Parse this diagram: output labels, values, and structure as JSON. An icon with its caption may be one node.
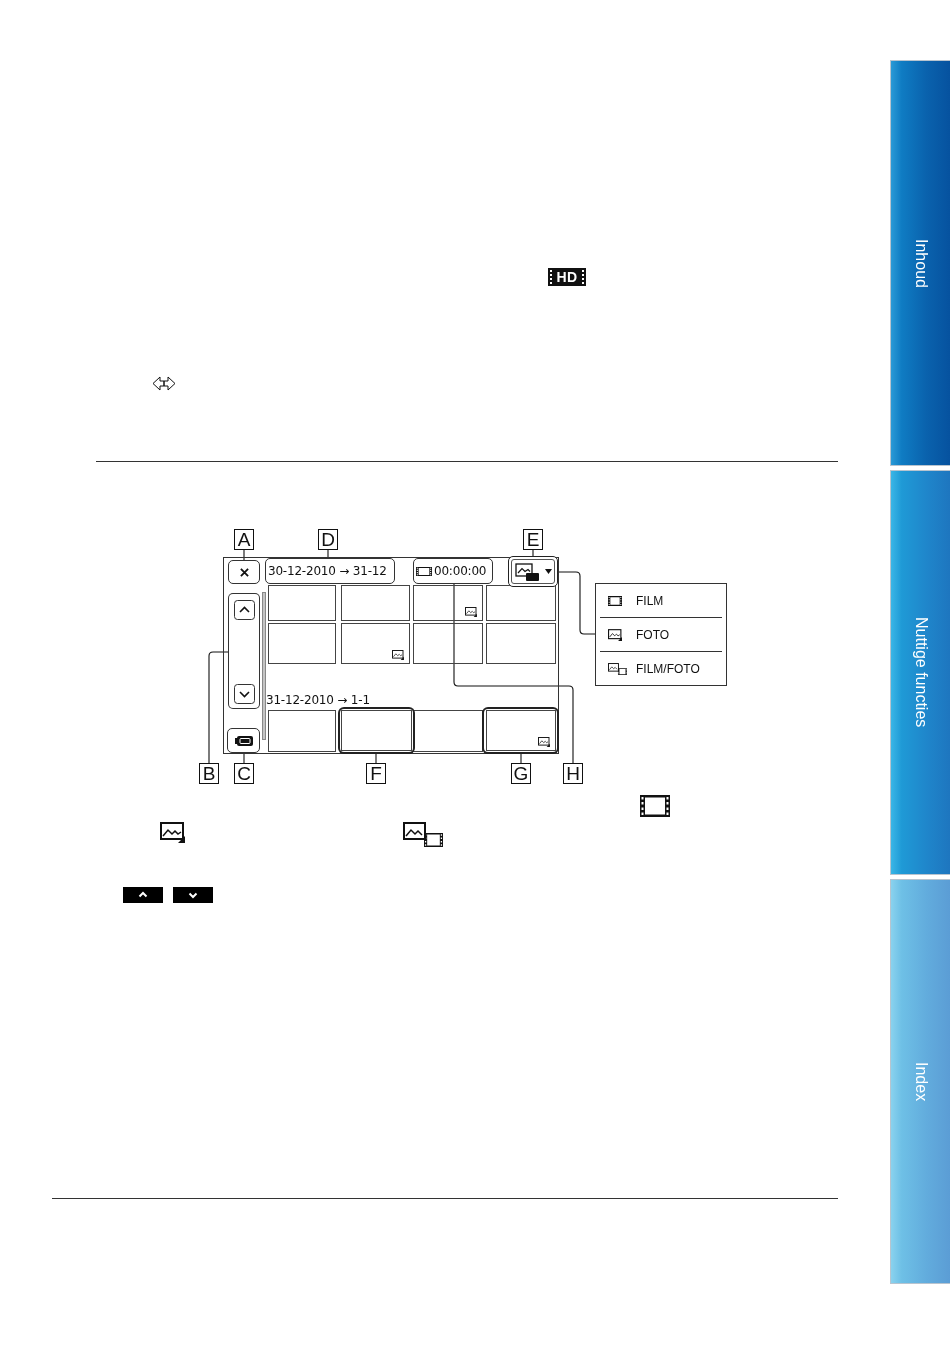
{
  "diagram": {
    "nodes": [
      {
        "text": [
          "A"
        ]
      },
      {
        "text": [
          "D"
        ]
      },
      {
        "text": [
          "E"
        ]
      },
      {
        "text": [],
        "shape": "box"
      },
      {
        "text": [],
        "shape": "box",
        "in": 3
      },
      {
        "text": [
          "30-12-2010 → 31-12"
        ],
        "in": 3
      },
      {
        "text": [
          "00:00:00"
        ],
        "in": 3
      },
      {
        "text": [],
        "shape": "box",
        "in": 3
      },
      {
        "text": [],
        "shape": "box",
        "in": 3
      },
      {
        "text": [],
        "shape": "box",
        "in": 3
      },
      {
        "text": [],
        "shape": "box",
        "in": 3
      },
      {
        "text": [],
        "shape": "box",
        "in": 3
      },
      {
        "text": [
          "FILM",
          "FOTO",
          "FILM/FOTO"
        ]
      },
      {
        "text": [
          "B"
        ]
      },
      {
        "text": [
          "C"
        ]
      },
      {
        "text": [
          "F"
        ]
      },
      {
        "text": [
          "G"
        ]
      },
      {
        "text": [
          "H"
        ]
      }
    ],
    "edges": [
      {
        "from": 0,
        "to": 4,
        "arrow": "none"
      },
      {
        "from": 1,
        "to": 5,
        "arrow": "none"
      },
      {
        "from": 2,
        "to": 7,
        "arrow": "none"
      },
      {
        "from": 7,
        "to": 12,
        "arrow": "none"
      },
      {
        "from": 13,
        "to": 8,
        "arrow": "none"
      },
      {
        "from": 14,
        "to": 9,
        "arrow": "none"
      },
      {
        "from": 15,
        "to": 10,
        "arrow": "none"
      },
      {
        "from": 16,
        "to": 11,
        "arrow": "none"
      },
      {
        "from": 17,
        "to": 6,
        "arrow": "none"
      }
    ],
    "labels": [
      "Inhoud",
      "HD",
      "31-12-2010 → 1-1",
      "Nuttige functies",
      "Index"
    ]
  }
}
